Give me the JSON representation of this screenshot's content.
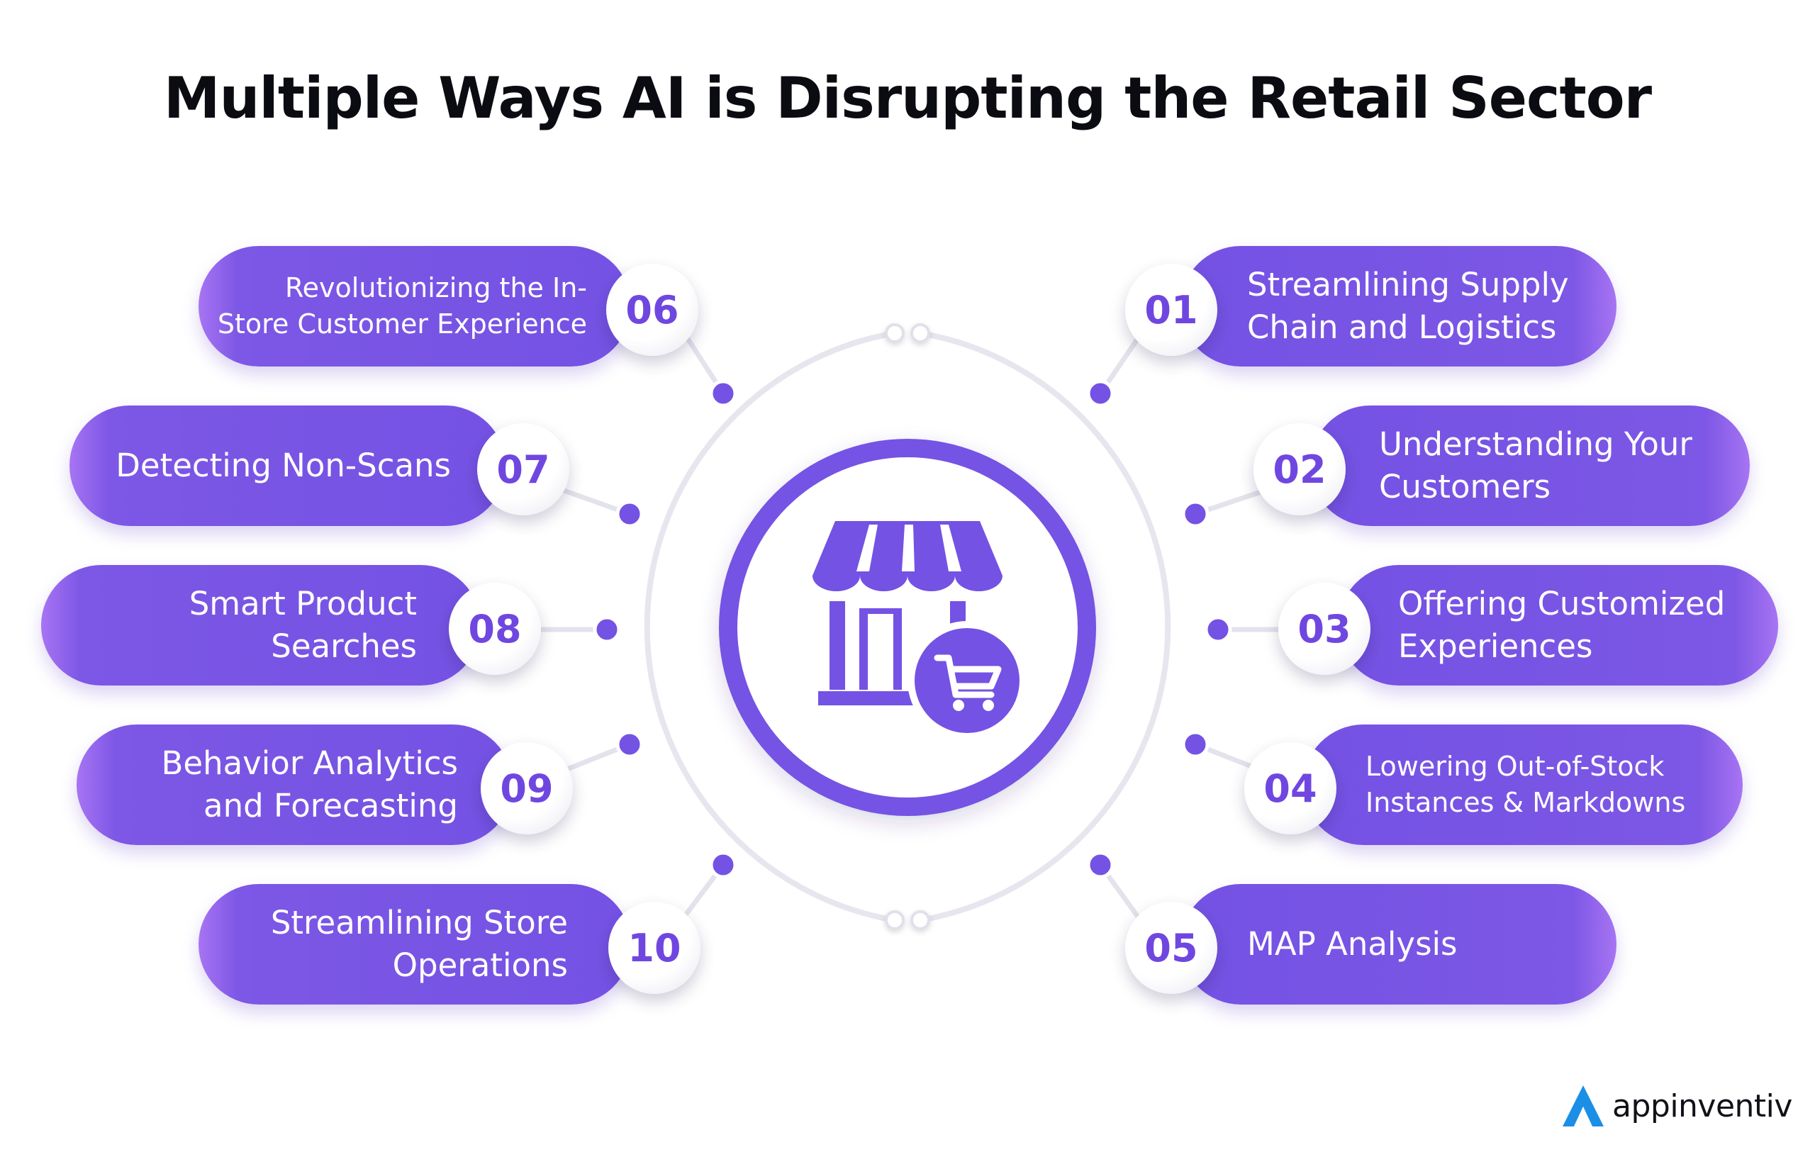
{
  "title": "Multiple Ways AI is Disrupting the Retail Sector",
  "items": [
    {
      "number": "01",
      "label": "Streamlining Supply\nChain and Logistics"
    },
    {
      "number": "02",
      "label": "Understanding Your\nCustomers"
    },
    {
      "number": "03",
      "label": "Offering Customized\nExperiences"
    },
    {
      "number": "04",
      "label": "Lowering Out-of-Stock\nInstances & Markdowns"
    },
    {
      "number": "05",
      "label": "MAP Analysis"
    },
    {
      "number": "06",
      "label": "Revolutionizing the In-\nStore Customer Experience"
    },
    {
      "number": "07",
      "label": "Detecting Non-Scans"
    },
    {
      "number": "08",
      "label": "Smart Product\nSearches"
    },
    {
      "number": "09",
      "label": "Behavior Analytics\nand Forecasting"
    },
    {
      "number": "10",
      "label": "Streamlining Store\nOperations"
    }
  ],
  "center_icon": "store-with-cart-icon",
  "brand": {
    "name": "appinventiv",
    "logo_icon": "appinventiv-a-logo-icon"
  },
  "colors": {
    "accent": "#7452e4",
    "accent_light": "#a774f3",
    "badge_text": "#6f47e0",
    "logo_blue": "#1b8fe6",
    "title": "#0b0b12"
  }
}
